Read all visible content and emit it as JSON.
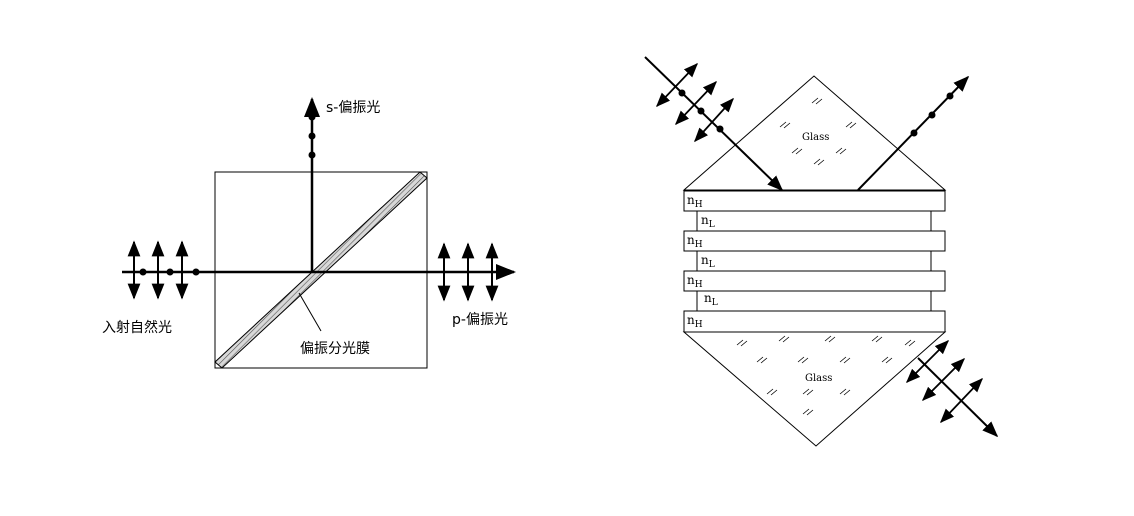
{
  "left": {
    "incident_label": "入射自然光",
    "s_label": "s-偏振光",
    "p_label": "p-偏振光",
    "film_label": "偏振分光膜"
  },
  "right": {
    "glass_top": "Glass",
    "glass_bottom": "Glass",
    "layers": [
      {
        "base": "n",
        "sub": "H"
      },
      {
        "base": "n",
        "sub": "L"
      },
      {
        "base": "n",
        "sub": "H"
      },
      {
        "base": "n",
        "sub": "L"
      },
      {
        "base": "n",
        "sub": "H"
      },
      {
        "base": "n",
        "sub": "L"
      },
      {
        "base": "n",
        "sub": "H"
      }
    ]
  }
}
